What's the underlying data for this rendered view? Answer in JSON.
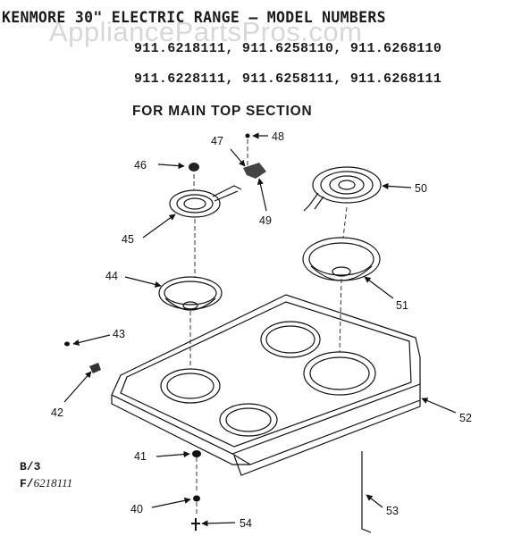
{
  "header": {
    "title": "KENMORE 30\" ELECTRIC RANGE — MODEL NUMBERS",
    "models_row1": "911.6218111,   911.6258110,  911.6268110",
    "models_row2": "911.6228111,   911.6258111,  911.6268111",
    "section": "FOR MAIN TOP SECTION"
  },
  "watermark": "AppliancePartsPros.com",
  "stamp": {
    "line1": "B/3",
    "line2_prefix": "F/",
    "line2_model": "6218111"
  },
  "parts": [
    {
      "id": "p40",
      "label": "40"
    },
    {
      "id": "p41",
      "label": "41"
    },
    {
      "id": "p42",
      "label": "42"
    },
    {
      "id": "p43",
      "label": "43"
    },
    {
      "id": "p44",
      "label": "44"
    },
    {
      "id": "p45",
      "label": "45"
    },
    {
      "id": "p46",
      "label": "46"
    },
    {
      "id": "p47",
      "label": "47"
    },
    {
      "id": "p48",
      "label": "48"
    },
    {
      "id": "p49",
      "label": "49"
    },
    {
      "id": "p50",
      "label": "50"
    },
    {
      "id": "p51",
      "label": "51"
    },
    {
      "id": "p52",
      "label": "52"
    },
    {
      "id": "p53",
      "label": "53"
    },
    {
      "id": "p54",
      "label": "54"
    }
  ],
  "colors": {
    "ink": "#111111",
    "watermark": "#969696"
  }
}
